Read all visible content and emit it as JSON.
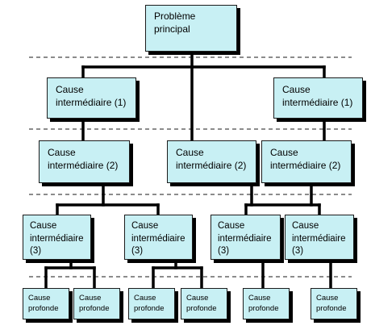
{
  "diagram": {
    "root": {
      "label": "Problème\nprincipal"
    },
    "level1": [
      {
        "label": "Cause\nintermédiaire (1)"
      },
      {
        "label": "Cause\nintermédiaire (1)"
      }
    ],
    "level2": [
      {
        "label": "Cause\nintermédiaire (2)"
      },
      {
        "label": "Cause\nintermédiaire (2)"
      },
      {
        "label": "Cause\nintermédiaire (2)"
      }
    ],
    "level3": [
      {
        "label": "Cause\nintermédiaire\n(3)"
      },
      {
        "label": "Cause\nintermédiaire\n(3)"
      },
      {
        "label": "Cause\nintermédiaire\n(3)"
      },
      {
        "label": "Cause\nintermédiaire\n(3)"
      }
    ],
    "level4": [
      {
        "label": "Cause\nprofonde"
      },
      {
        "label": "Cause\nprofonde"
      },
      {
        "label": "Cause\nprofonde"
      },
      {
        "label": "Cause\nprofonde"
      },
      {
        "label": "Cause\nprofonde"
      },
      {
        "label": "Cause\nprofonde"
      }
    ],
    "colors": {
      "box_fill": "#c8f0f4",
      "box_border": "#1c1c1c",
      "box_shadow": "#000000",
      "connector": "#000000",
      "divider": "#1a1a1a"
    }
  }
}
